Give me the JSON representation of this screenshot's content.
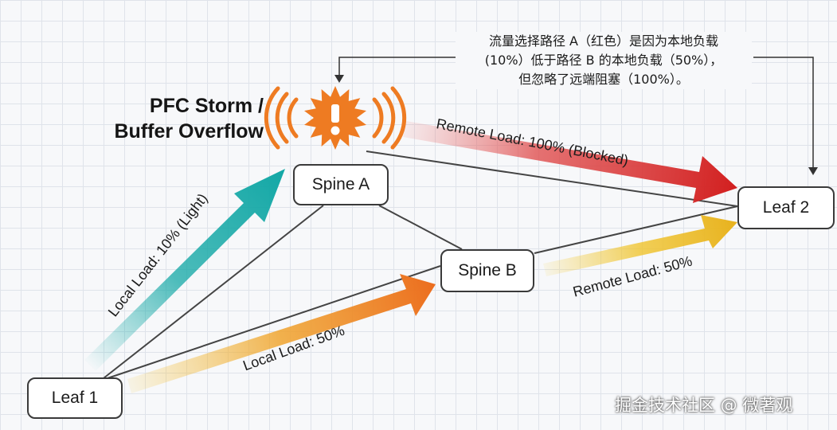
{
  "nodes": {
    "spine_a": "Spine A",
    "spine_b": "Spine B",
    "leaf_1": "Leaf 1",
    "leaf_2": "Leaf 2"
  },
  "flows": {
    "local_a": "Local Load: 10% (Light)",
    "remote_a": "Remote Load: 100% (Blocked)",
    "local_b": "Local Load: 50%",
    "remote_b": "Remote Load: 50%"
  },
  "alert": {
    "title_line1": "PFC Storm /",
    "title_line2": "Buffer Overflow",
    "icon": "exclamation-starburst-icon"
  },
  "note": {
    "line1": "流量选择路径 A（红色）是因为本地负载",
    "line2": "(10%）低于路径 B 的本地负载（50%），",
    "line3": "但忽略了远端阻塞（100%）。"
  },
  "watermark": "掘金技术社区 @ 微著观",
  "colors": {
    "teal": "#14a8a6",
    "red": "#d62c2c",
    "orange": "#ee7b22",
    "yellow": "#ecc02c"
  }
}
